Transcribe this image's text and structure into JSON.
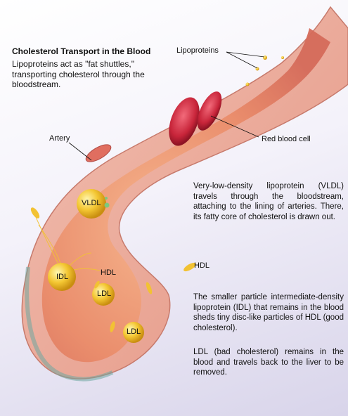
{
  "title": "Cholesterol Transport in the Blood",
  "intro": "Lipoproteins act as \"fat shuttles,\" transporting cholesterol through the bloodstream.",
  "callouts": {
    "lipoproteins": "Lipoproteins",
    "red_blood_cell": "Red blood cell",
    "artery": "Artery"
  },
  "particles": {
    "vldl": "VLDL",
    "idl": "IDL",
    "hdl_1": "HDL",
    "hdl_2": "HDL",
    "ldl_1": "LDL",
    "ldl_2": "LDL"
  },
  "descriptions": {
    "vldl": "Very-low-density lipoprotein (VLDL) travels through the bloodstream, attaching to the lining of arteries. There, its fatty core of cholesterol is drawn out.",
    "idl": "The smaller particle intermediate-density lipoprotein (IDL) that remains in the blood sheds tiny disc-like particles of HDL (good cholesterol).",
    "ldl": "LDL (bad cholesterol) remains in the blood and travels back to the liver to be removed."
  },
  "colors": {
    "vessel_wall": "#e89a84",
    "vessel_inner": "#f0a07c",
    "lipoprotein": "#f2c233",
    "red_cell": "#c8253a"
  }
}
